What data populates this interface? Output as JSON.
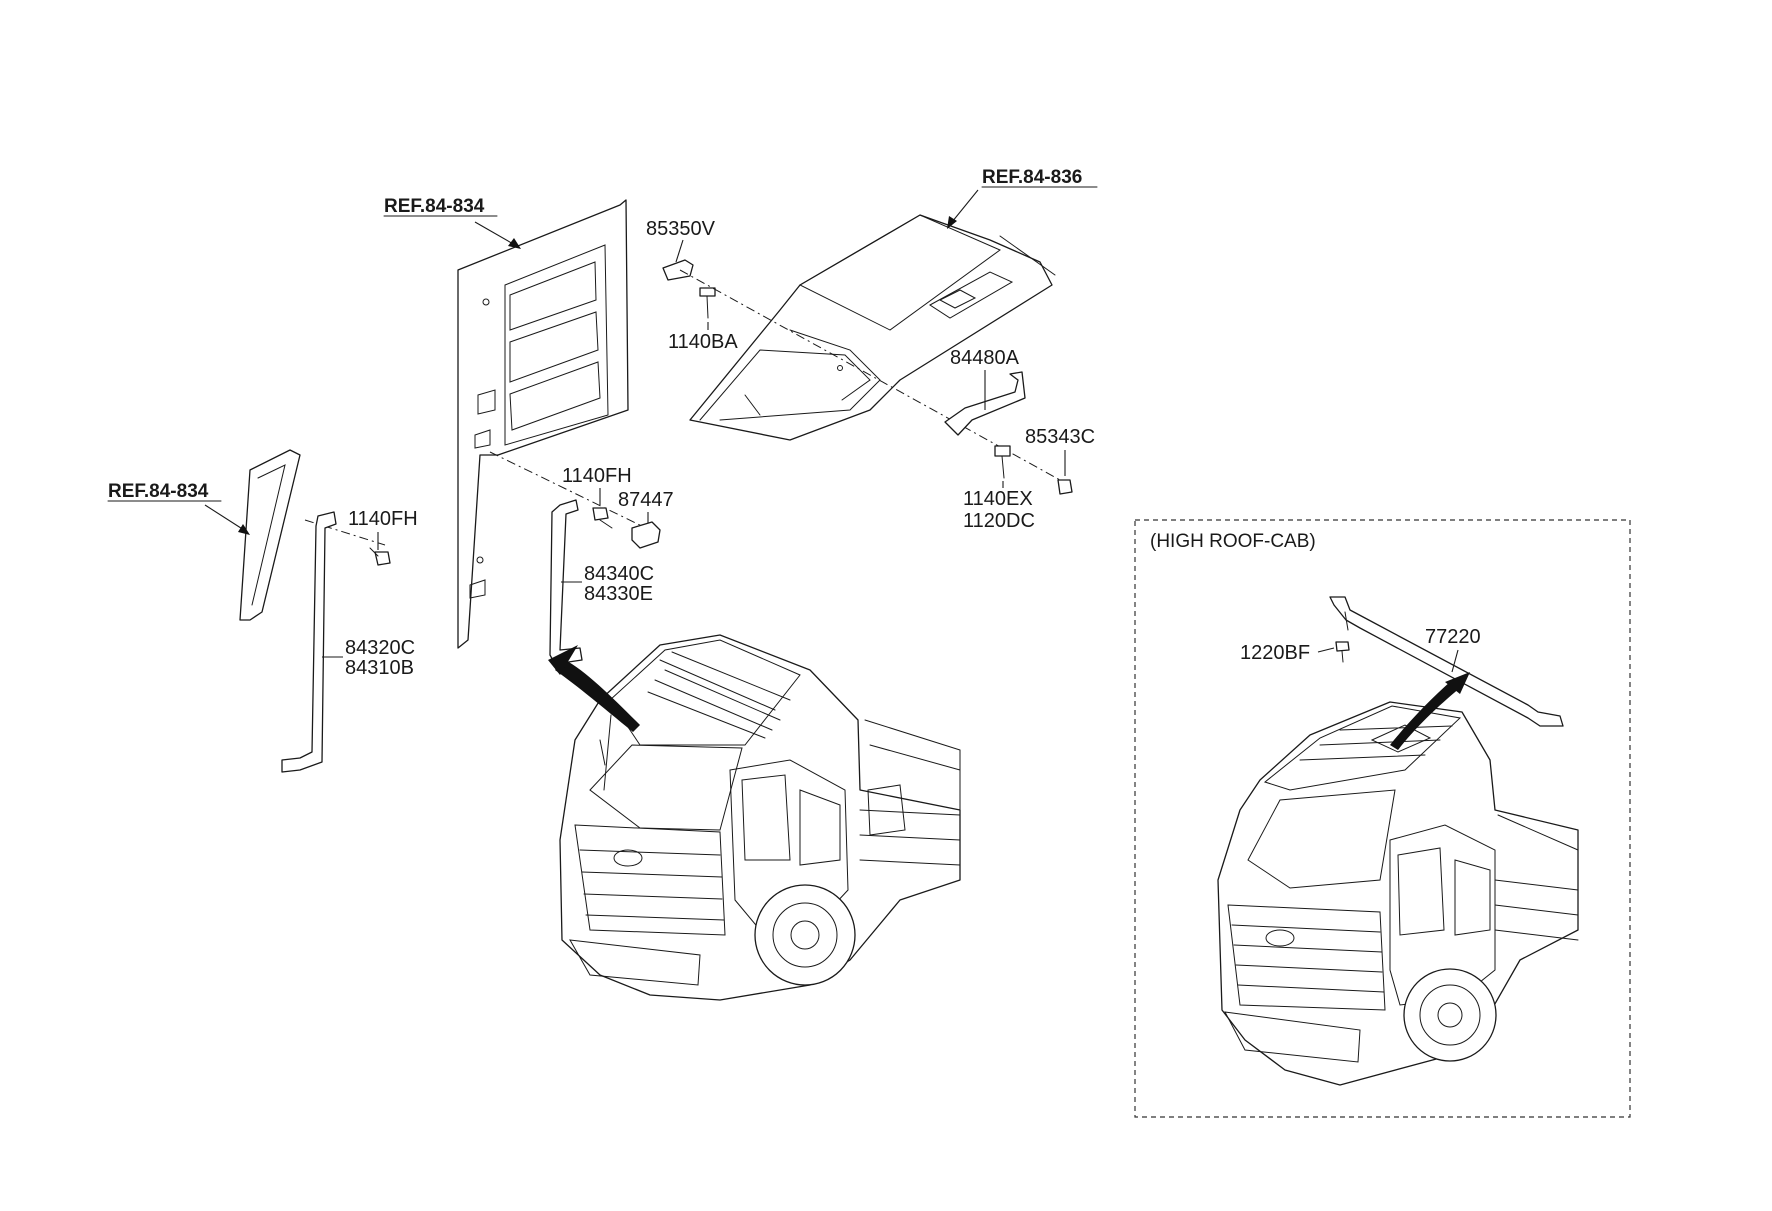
{
  "refs": {
    "ref_84_834_upper": "REF.84-834",
    "ref_84_834_left": "REF.84-834",
    "ref_84_836": "REF.84-836"
  },
  "parts": {
    "p85350V": "85350V",
    "p1140BA": "1140BA",
    "p84480A": "84480A",
    "p85343C": "85343C",
    "p1140EX": "1140EX",
    "p1120DC": "1120DC",
    "p1140FH_mid": "1140FH",
    "p87447": "87447",
    "p84340C": "84340C",
    "p84330E": "84330E",
    "p1140FH_left": "1140FH",
    "p84320C": "84320C",
    "p84310B": "84310B",
    "p1220BF": "1220BF",
    "p77220": "77220"
  },
  "inset": {
    "title": "(HIGH ROOF-CAB)"
  }
}
